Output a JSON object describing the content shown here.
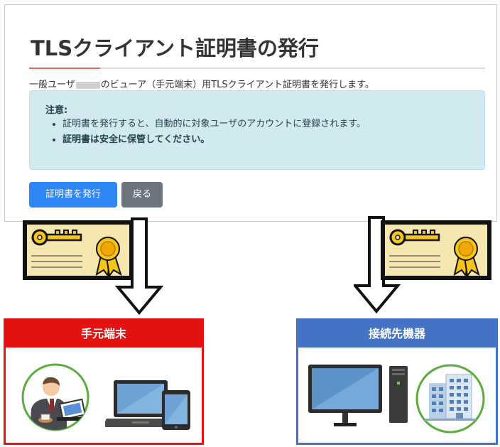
{
  "dialog": {
    "title": "TLSクライアント証明書の発行",
    "description_before": "一般ユーザ",
    "description_after": "のビューア（手元端末）用TLSクライアント証明書を発行します。",
    "notice": {
      "title": "注意:",
      "items": [
        "証明書を発行すると、自動的に対象ユーザのアカウントに登録されます。",
        "証明書は安全に保管してください。"
      ]
    },
    "issue_button": "証明書を発行",
    "back_button": "戻る"
  },
  "panels": {
    "local": {
      "title": "手元端末"
    },
    "remote": {
      "title": "接続先機器"
    }
  },
  "colors": {
    "primary": "#2f86f5",
    "secondary": "#6c757d",
    "local_panel": "#e51212",
    "remote_panel": "#4472c4",
    "alert_bg": "#d2e9ef",
    "certificate_bg": "#f5e7b0",
    "key_gold": "#f5c518"
  }
}
